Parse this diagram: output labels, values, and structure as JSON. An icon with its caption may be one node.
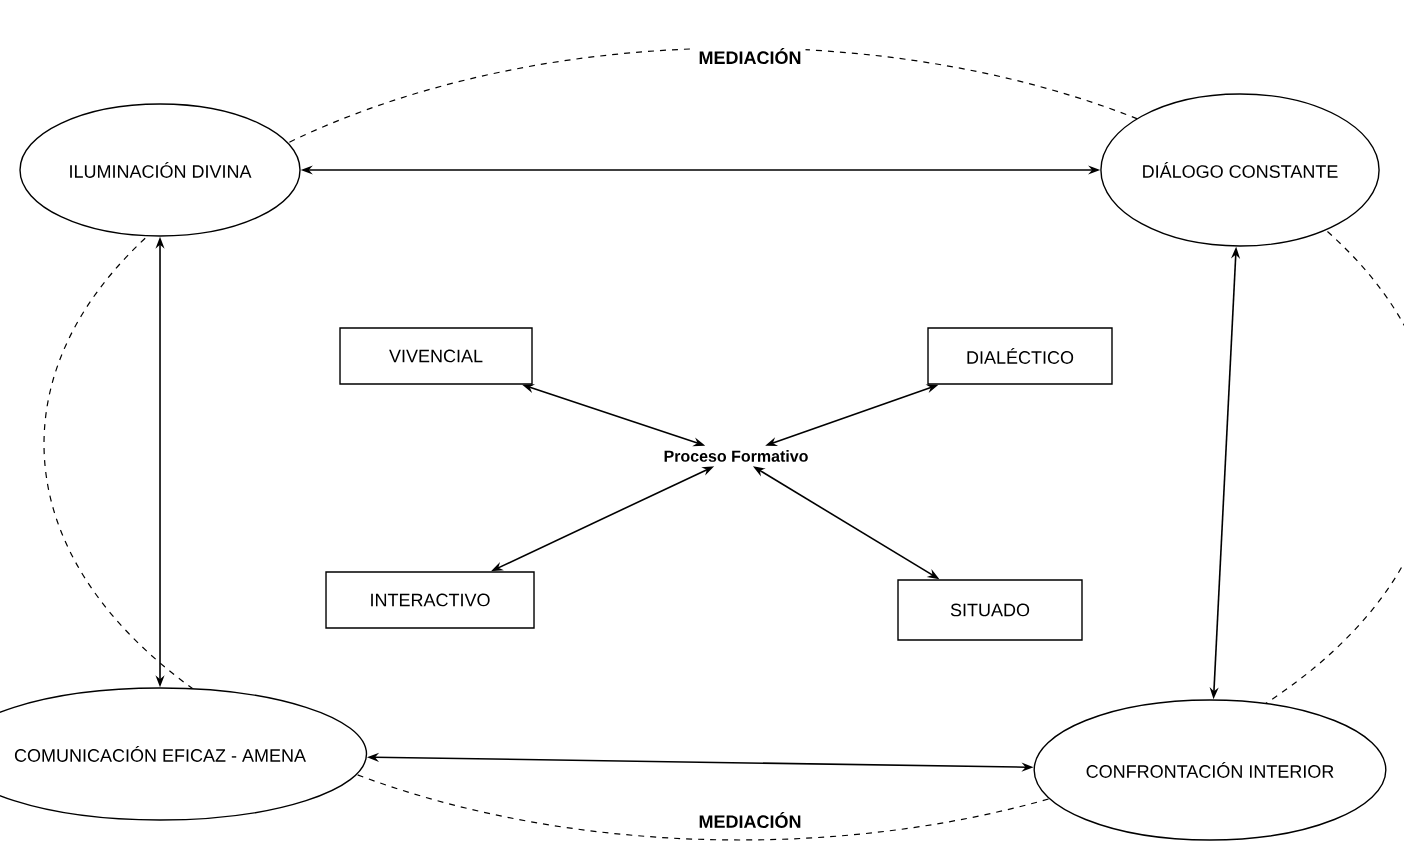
{
  "diagram": {
    "nodes": [
      {
        "text": [
          "ILUMINACIÓN DIVINA"
        ]
      },
      {
        "text": [
          "DIÁLOGO CONSTANTE"
        ]
      },
      {
        "text": [
          "COMUNICACIÓN EFICAZ - AMENA"
        ]
      },
      {
        "text": [
          "CONFRONTACIÓN INTERIOR"
        ]
      },
      {
        "text": [
          "VIVENCIAL"
        ]
      },
      {
        "text": [
          "DIALÉCTICO"
        ]
      },
      {
        "text": [
          "Proceso Formativo"
        ]
      },
      {
        "text": [
          "INTERACTIVO"
        ]
      },
      {
        "text": [
          "SITUADO"
        ]
      }
    ],
    "edges": [
      {
        "from": 0,
        "to": 1,
        "arrow": "both"
      },
      {
        "from": 0,
        "to": 2,
        "arrow": "both"
      },
      {
        "from": 1,
        "to": 3,
        "arrow": "both"
      },
      {
        "from": 2,
        "to": 3,
        "arrow": "both"
      },
      {
        "from": 4,
        "to": 6,
        "arrow": "both"
      },
      {
        "from": 5,
        "to": 6,
        "arrow": "both"
      },
      {
        "from": 7,
        "to": 6,
        "arrow": "both"
      },
      {
        "from": 8,
        "to": 6,
        "arrow": "both"
      }
    ],
    "labels": [
      "MEDIACIÓN",
      "MEDIACIÓN"
    ]
  }
}
